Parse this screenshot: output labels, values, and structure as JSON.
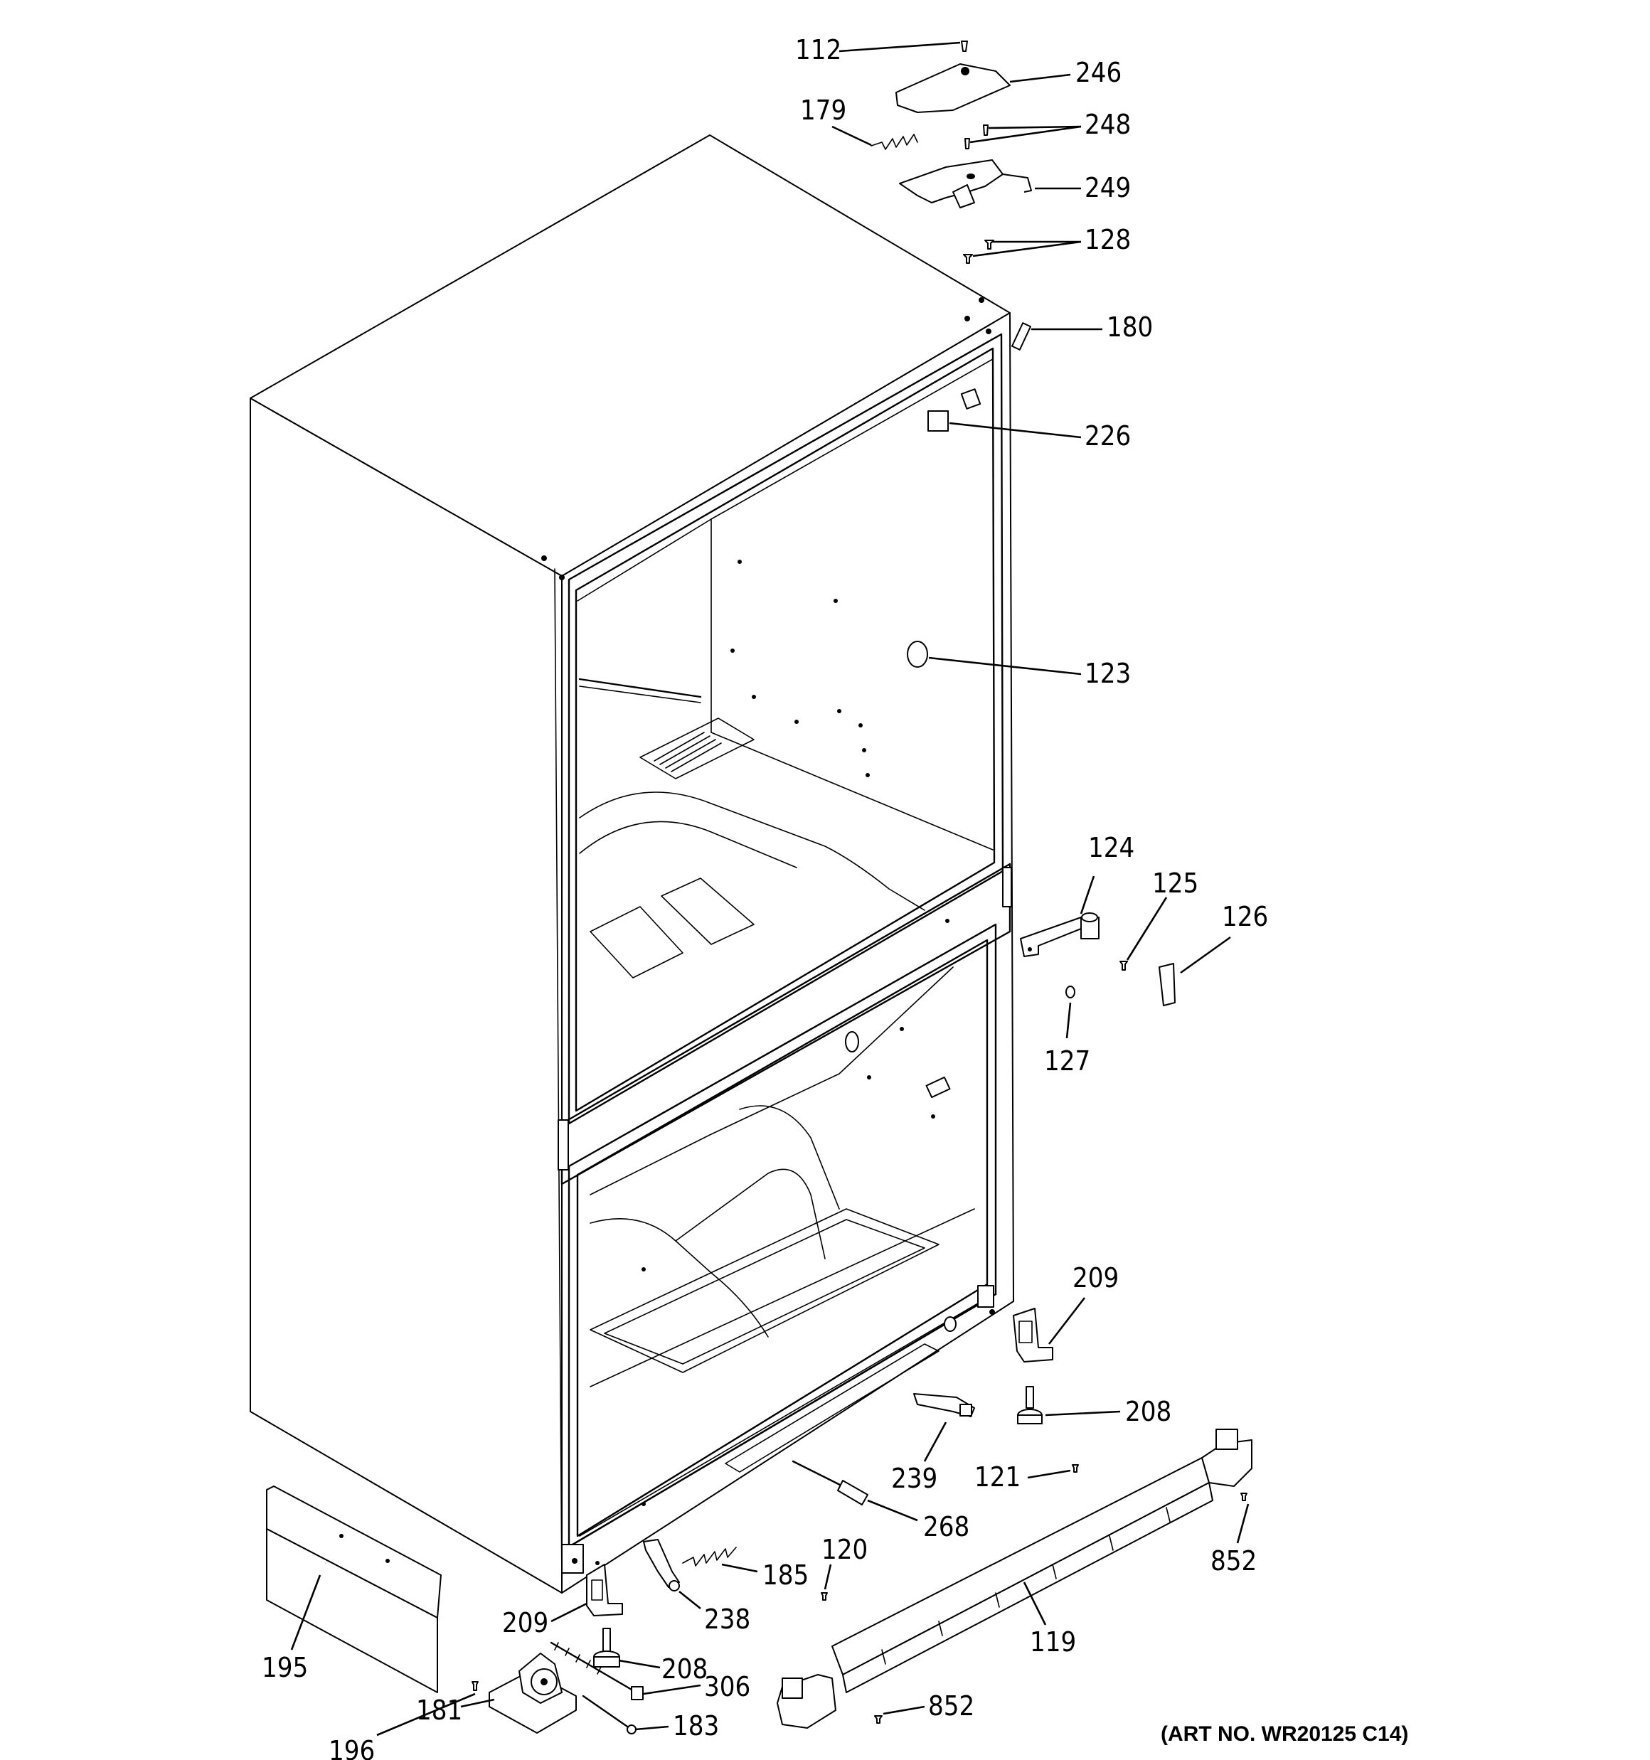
{
  "art_number": "(ART NO. WR20125 C14)",
  "callouts": [
    {
      "id": "c112",
      "label": "112"
    },
    {
      "id": "c246",
      "label": "246"
    },
    {
      "id": "c179",
      "label": "179"
    },
    {
      "id": "c248",
      "label": "248"
    },
    {
      "id": "c249",
      "label": "249"
    },
    {
      "id": "c128",
      "label": "128"
    },
    {
      "id": "c180",
      "label": "180"
    },
    {
      "id": "c226",
      "label": "226"
    },
    {
      "id": "c123",
      "label": "123"
    },
    {
      "id": "c124",
      "label": "124"
    },
    {
      "id": "c125",
      "label": "125"
    },
    {
      "id": "c126",
      "label": "126"
    },
    {
      "id": "c127",
      "label": "127"
    },
    {
      "id": "c209a",
      "label": "209"
    },
    {
      "id": "c208a",
      "label": "208"
    },
    {
      "id": "c239",
      "label": "239"
    },
    {
      "id": "c121",
      "label": "121"
    },
    {
      "id": "c268",
      "label": "268"
    },
    {
      "id": "c852a",
      "label": "852"
    },
    {
      "id": "c120",
      "label": "120"
    },
    {
      "id": "c185",
      "label": "185"
    },
    {
      "id": "c238",
      "label": "238"
    },
    {
      "id": "c119",
      "label": "119"
    },
    {
      "id": "c209b",
      "label": "209"
    },
    {
      "id": "c195",
      "label": "195"
    },
    {
      "id": "c208b",
      "label": "208"
    },
    {
      "id": "c306",
      "label": "306"
    },
    {
      "id": "c196",
      "label": "196"
    },
    {
      "id": "c181",
      "label": "181"
    },
    {
      "id": "c183",
      "label": "183"
    },
    {
      "id": "c852b",
      "label": "852"
    }
  ]
}
